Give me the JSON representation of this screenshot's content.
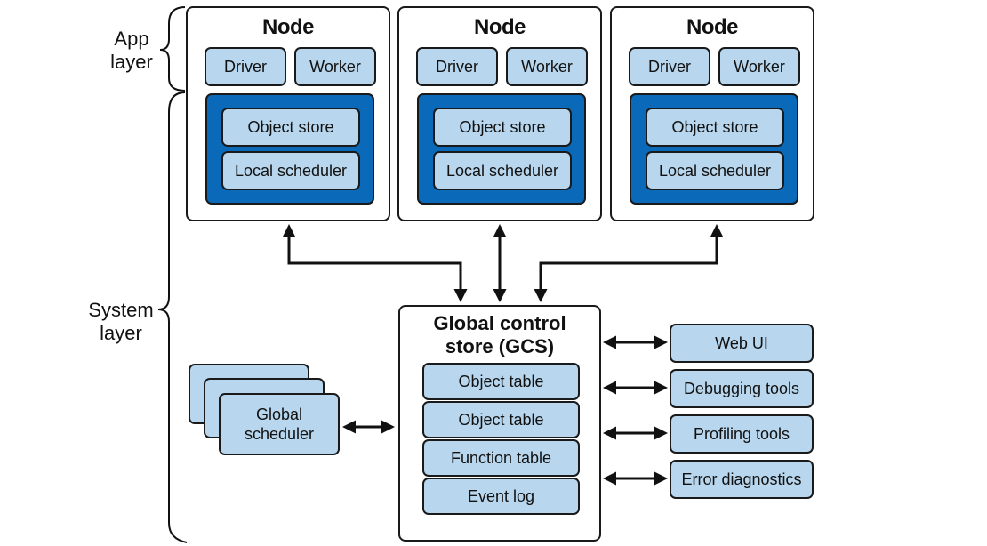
{
  "layers": {
    "app": "App\nlayer",
    "system": "System\nlayer"
  },
  "nodes": [
    {
      "title": "Node",
      "driver": "Driver",
      "worker": "Worker",
      "object_store": "Object store",
      "local_scheduler": "Local scheduler"
    },
    {
      "title": "Node",
      "driver": "Driver",
      "worker": "Worker",
      "object_store": "Object store",
      "local_scheduler": "Local scheduler"
    },
    {
      "title": "Node",
      "driver": "Driver",
      "worker": "Worker",
      "object_store": "Object store",
      "local_scheduler": "Local scheduler"
    }
  ],
  "gcs": {
    "title": "Global control\nstore (GCS)",
    "tables": [
      "Object table",
      "Object table",
      "Function table",
      "Event log"
    ]
  },
  "global_scheduler": {
    "label": "Global\nscheduler"
  },
  "tools": [
    "Web UI",
    "Debugging tools",
    "Profiling tools",
    "Error diagnostics"
  ],
  "colors": {
    "pill_fill": "#b8d7ee",
    "block_fill": "#0a69b8",
    "stroke": "#1a1a1a"
  }
}
